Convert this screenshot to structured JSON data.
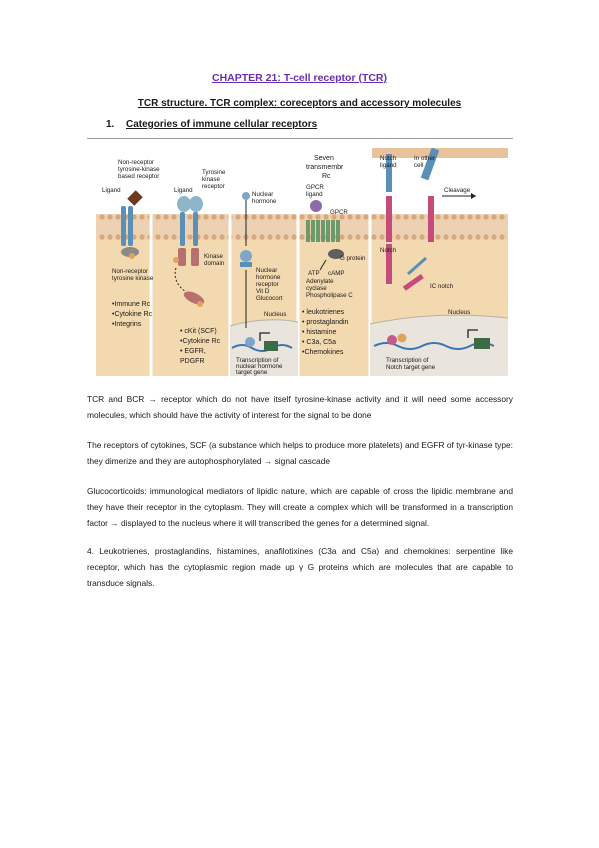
{
  "document": {
    "chapter_title": "CHAPTER 21: T-cell receptor (TCR)",
    "subtitle": "TCR structure. TCR complex: coreceptors and accessory molecules",
    "section": {
      "number": "1.",
      "title": "Categories of immune cellular receptors"
    }
  },
  "figure": {
    "col1": {
      "top_label": [
        "Non-receptor",
        "tyrosine-kinase",
        "based receptor"
      ],
      "ligand": "Ligand",
      "kinase_label": [
        "Non-receptor",
        "tyrosine kinase"
      ],
      "items": [
        "•Immune  Rc",
        "•Cytokine  Rc",
        "•Integrins"
      ]
    },
    "col2": {
      "ligand": "Ligand",
      "top_label": [
        "Tyrosine",
        "kinase",
        "receptor"
      ],
      "kinase_label": [
        "Kinase",
        "domain"
      ],
      "items": [
        "• cKit (SCF)",
        "•Cytokine  Rc",
        "• EGFR,",
        "PDGFR"
      ]
    },
    "col3": {
      "top_label": [
        "Nuclear",
        "hormone"
      ],
      "receptor_label": [
        "Nuclear",
        "hormone",
        "receptor",
        "Vit D",
        "Glucocort"
      ],
      "nucleus": "Nucleus",
      "transcription": [
        "Transcription of",
        "nuclear hormone",
        "target gene"
      ]
    },
    "col4": {
      "top_label": [
        "Seven",
        "transmembr",
        "Rc"
      ],
      "gpcr_ligand": [
        "GPCR",
        "ligand"
      ],
      "gpcr": "GPCR",
      "g_protein": "G protein",
      "atp": "ATP",
      "camp": "cAMP",
      "enzymes": [
        "Adenylate",
        "cyclase",
        "Phospholipase C"
      ],
      "items": [
        "• leukotrienes",
        "• prostaglandin",
        "• histamine",
        "• C3a, C5a",
        "•Chemokines"
      ]
    },
    "col5": {
      "notch_ligand": [
        "Notch",
        "ligand"
      ],
      "other_cell": [
        "In other",
        "cell"
      ],
      "cleavage": "Cleavage",
      "notch": "Notch",
      "ic_notch": "IC notch",
      "nucleus": "Nucleus",
      "transcription": [
        "Transcription of",
        "Notch target gene"
      ]
    },
    "colors": {
      "cytoplasm": "#f3d9b0",
      "membrane": "#e8c39a",
      "receptor_blue": "#5a8fb8",
      "gpcr_purple": "#8e6aa8",
      "notch_pink": "#c44b7a",
      "nucleus": "#e9e4dc",
      "dna": "#3a74b5"
    }
  },
  "paragraphs": [
    "TCR and BCR → receptor which do not have itself tyrosine-kinase activity and it will need some accessory molecules, which should have the activity of interest for the signal to be done",
    "The receptors of cytokines, SCF (a substance which helps to produce more platelets) and EGFR of tyr-kinase type: they dimerize and they are autophosphorylated → signal cascade",
    "Glucocorticoids: immunological mediators of lipidic nature, which are capable of cross the lipidic membrane and they have their receptor in the cytoplasm. They will create a complex which will be transformed in a transcription factor → displayed to the nucleus where it will transcribed the genes for a determined signal.",
    "4. Leukotrienes, prostaglandins, histamines, anafilotixines (C3a and C5a) and chemokines: serpentine like receptor, which has the cytoplasmic region made up γ G proteins which are molecules that are capable to transduce signals."
  ]
}
